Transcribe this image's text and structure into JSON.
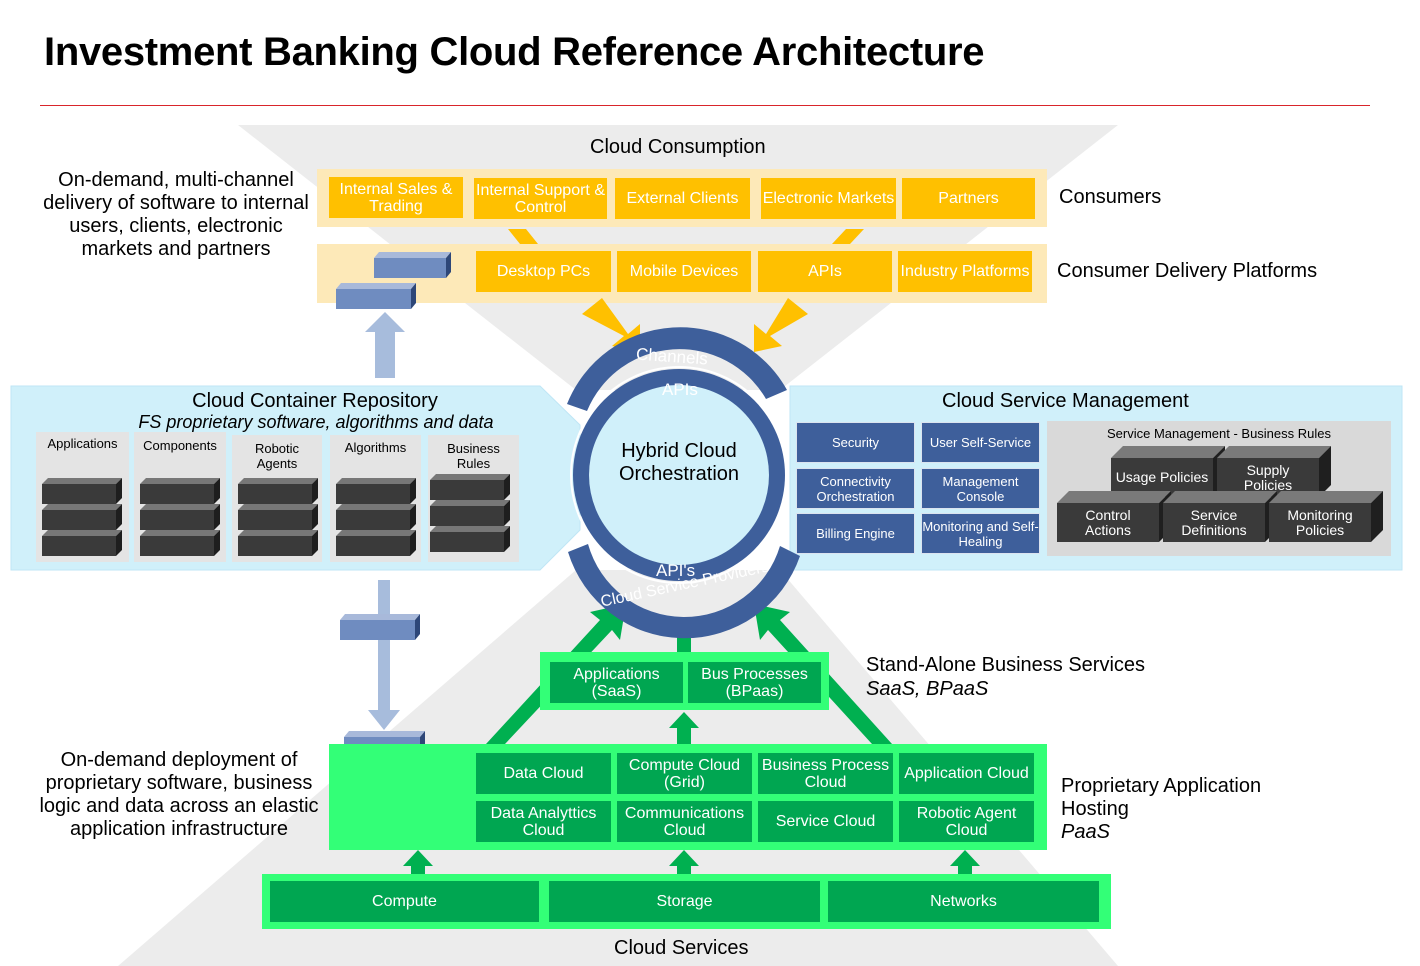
{
  "title": "Investment Banking Cloud Reference Architecture",
  "colors": {
    "accent_rule": "#d9252b",
    "consumer_yellow": "#ffc000",
    "consumer_band": "#fde9b8",
    "container_band": "#d0f0fa",
    "orchestration_blue": "#3e5f9b",
    "hosting_green": "#00a651",
    "hosting_bright_green": "#33ff77",
    "dark_block": "#3a3a3a",
    "funnel_grey": "#ececec"
  },
  "consumption": {
    "heading": "Cloud Consumption",
    "left_note": "On-demand, multi-channel delivery of software to internal users, clients, electronic markets and partners",
    "consumers_label": "Consumers",
    "consumers": [
      "Internal Sales & Trading",
      "Internal Support & Control",
      "External Clients",
      "Electronic Markets",
      "Partners"
    ],
    "platforms_label": "Consumer Delivery Platforms",
    "platforms": [
      "Desktop PCs",
      "Mobile Devices",
      "APIs",
      "Industry Platforms"
    ]
  },
  "orchestration": {
    "top_arc_label": "Channels",
    "top_api_label": "APIs",
    "center_label": "Hybrid Cloud Orchestration",
    "bottom_api_label": "API's",
    "bottom_arc_label": "Cloud Service Providers"
  },
  "repository": {
    "heading": "Cloud Container Repository",
    "subheading": "FS proprietary software, algorithms and data",
    "columns": [
      "Applications",
      "Components",
      "Robotic Agents",
      "Algorithms",
      "Business Rules"
    ]
  },
  "service_management": {
    "heading": "Cloud Service Management",
    "tiles": [
      "Security",
      "User Self-Service",
      "Connectivity Orchestration",
      "Management Console",
      "Billing Engine",
      "Monitoring and Self-Healing"
    ],
    "rules_panel": {
      "heading": "Service Management - Business Rules",
      "blocks": [
        "Usage Policies",
        "Supply Policies",
        "Control Actions",
        "Service Definitions",
        "Monitoring Policies"
      ]
    }
  },
  "business_services": {
    "label": "Stand-Alone Business Services",
    "sublabel": "SaaS, BPaaS",
    "boxes": [
      "Applications (SaaS)",
      "Bus Processes (BPaas)"
    ]
  },
  "hosting": {
    "label": "Proprietary Application Hosting",
    "sublabel": "PaaS",
    "left_note": "On-demand deployment of proprietary software, business logic and data across an elastic application infrastructure",
    "boxes": [
      "Data Cloud",
      "Compute Cloud (Grid)",
      "Business Process Cloud",
      "Application Cloud",
      "Data Analyttics Cloud",
      "Communications Cloud",
      "Service Cloud",
      "Robotic Agent Cloud"
    ]
  },
  "cloud_services": {
    "label": "Cloud Services",
    "boxes": [
      "Compute",
      "Storage",
      "Networks"
    ]
  }
}
